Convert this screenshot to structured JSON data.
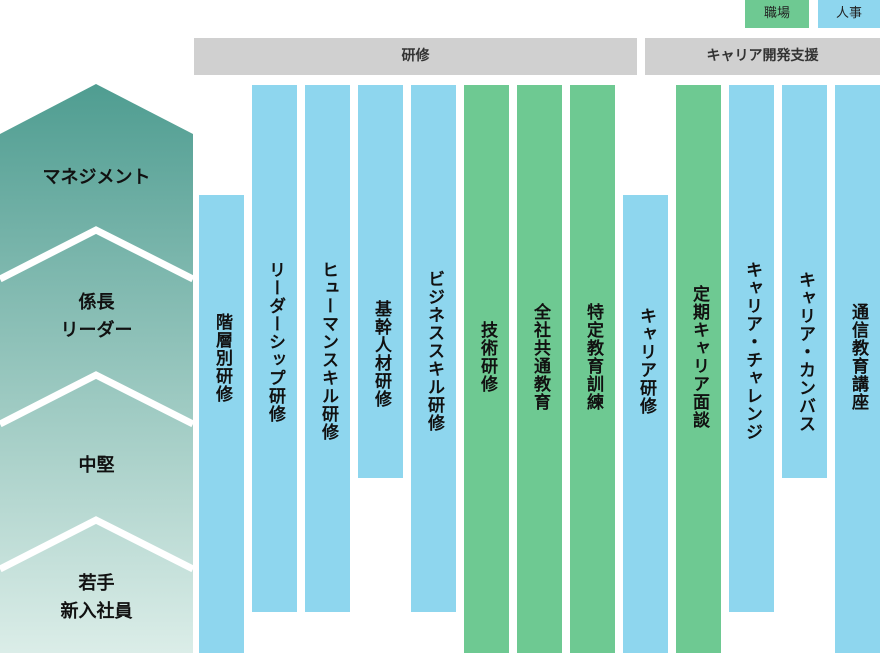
{
  "legend": {
    "workplace": "職場",
    "hr": "人事"
  },
  "headers": {
    "training": "研修",
    "career": "キャリア開発支援"
  },
  "levels": [
    {
      "label": "マネジメント"
    },
    {
      "label": "係長\nリーダー"
    },
    {
      "label": "中堅"
    },
    {
      "label": "若手\n新入社員"
    }
  ],
  "programs": [
    {
      "label": "階層別研修",
      "owner": "人事",
      "reach": [
        "マネジメント",
        "係長 リーダー",
        "中堅",
        "若手 新入社員"
      ]
    },
    {
      "label": "リーダーシップ研修",
      "owner": "人事",
      "reach": [
        "マネジメント",
        "係長 リーダー",
        "中堅"
      ]
    },
    {
      "label": "ヒューマンスキル研修",
      "owner": "人事",
      "reach": [
        "マネジメント",
        "係長 リーダー",
        "中堅"
      ]
    },
    {
      "label": "基幹人材研修",
      "owner": "人事",
      "reach": [
        "マネジメント",
        "係長 リーダー"
      ]
    },
    {
      "label": "ビジネススキル研修",
      "owner": "人事",
      "reach": [
        "マネジメント",
        "係長 リーダー",
        "中堅"
      ]
    },
    {
      "label": "技術研修",
      "owner": "職場",
      "reach": [
        "マネジメント",
        "係長 リーダー",
        "中堅",
        "若手 新入社員"
      ]
    },
    {
      "label": "全社共通教育",
      "owner": "職場",
      "reach": [
        "マネジメント",
        "係長 リーダー",
        "中堅",
        "若手 新入社員"
      ]
    },
    {
      "label": "特定教育訓練",
      "owner": "職場",
      "reach": [
        "マネジメント",
        "係長 リーダー",
        "中堅",
        "若手 新入社員"
      ]
    },
    {
      "label": "キャリア研修",
      "owner": "人事",
      "reach": [
        "マネジメント",
        "係長 リーダー",
        "中堅",
        "若手 新入社員"
      ]
    },
    {
      "label": "定期キャリア面談",
      "owner": "職場",
      "reach": [
        "マネジメント",
        "係長 リーダー",
        "中堅",
        "若手 新入社員"
      ]
    },
    {
      "label": "キャリア・チャレンジ",
      "owner": "人事",
      "reach": [
        "マネジメント",
        "係長 リーダー",
        "中堅"
      ]
    },
    {
      "label": "キャリア・カンバス",
      "owner": "人事",
      "reach": [
        "マネジメント",
        "係長 リーダー"
      ]
    },
    {
      "label": "通信教育講座",
      "owner": "人事",
      "reach": [
        "マネジメント",
        "係長 リーダー",
        "中堅",
        "若手 新入社員"
      ]
    }
  ],
  "colors": {
    "workplace": "#6ec992",
    "hr": "#8ed6ee",
    "header": "#d0d0d0"
  }
}
